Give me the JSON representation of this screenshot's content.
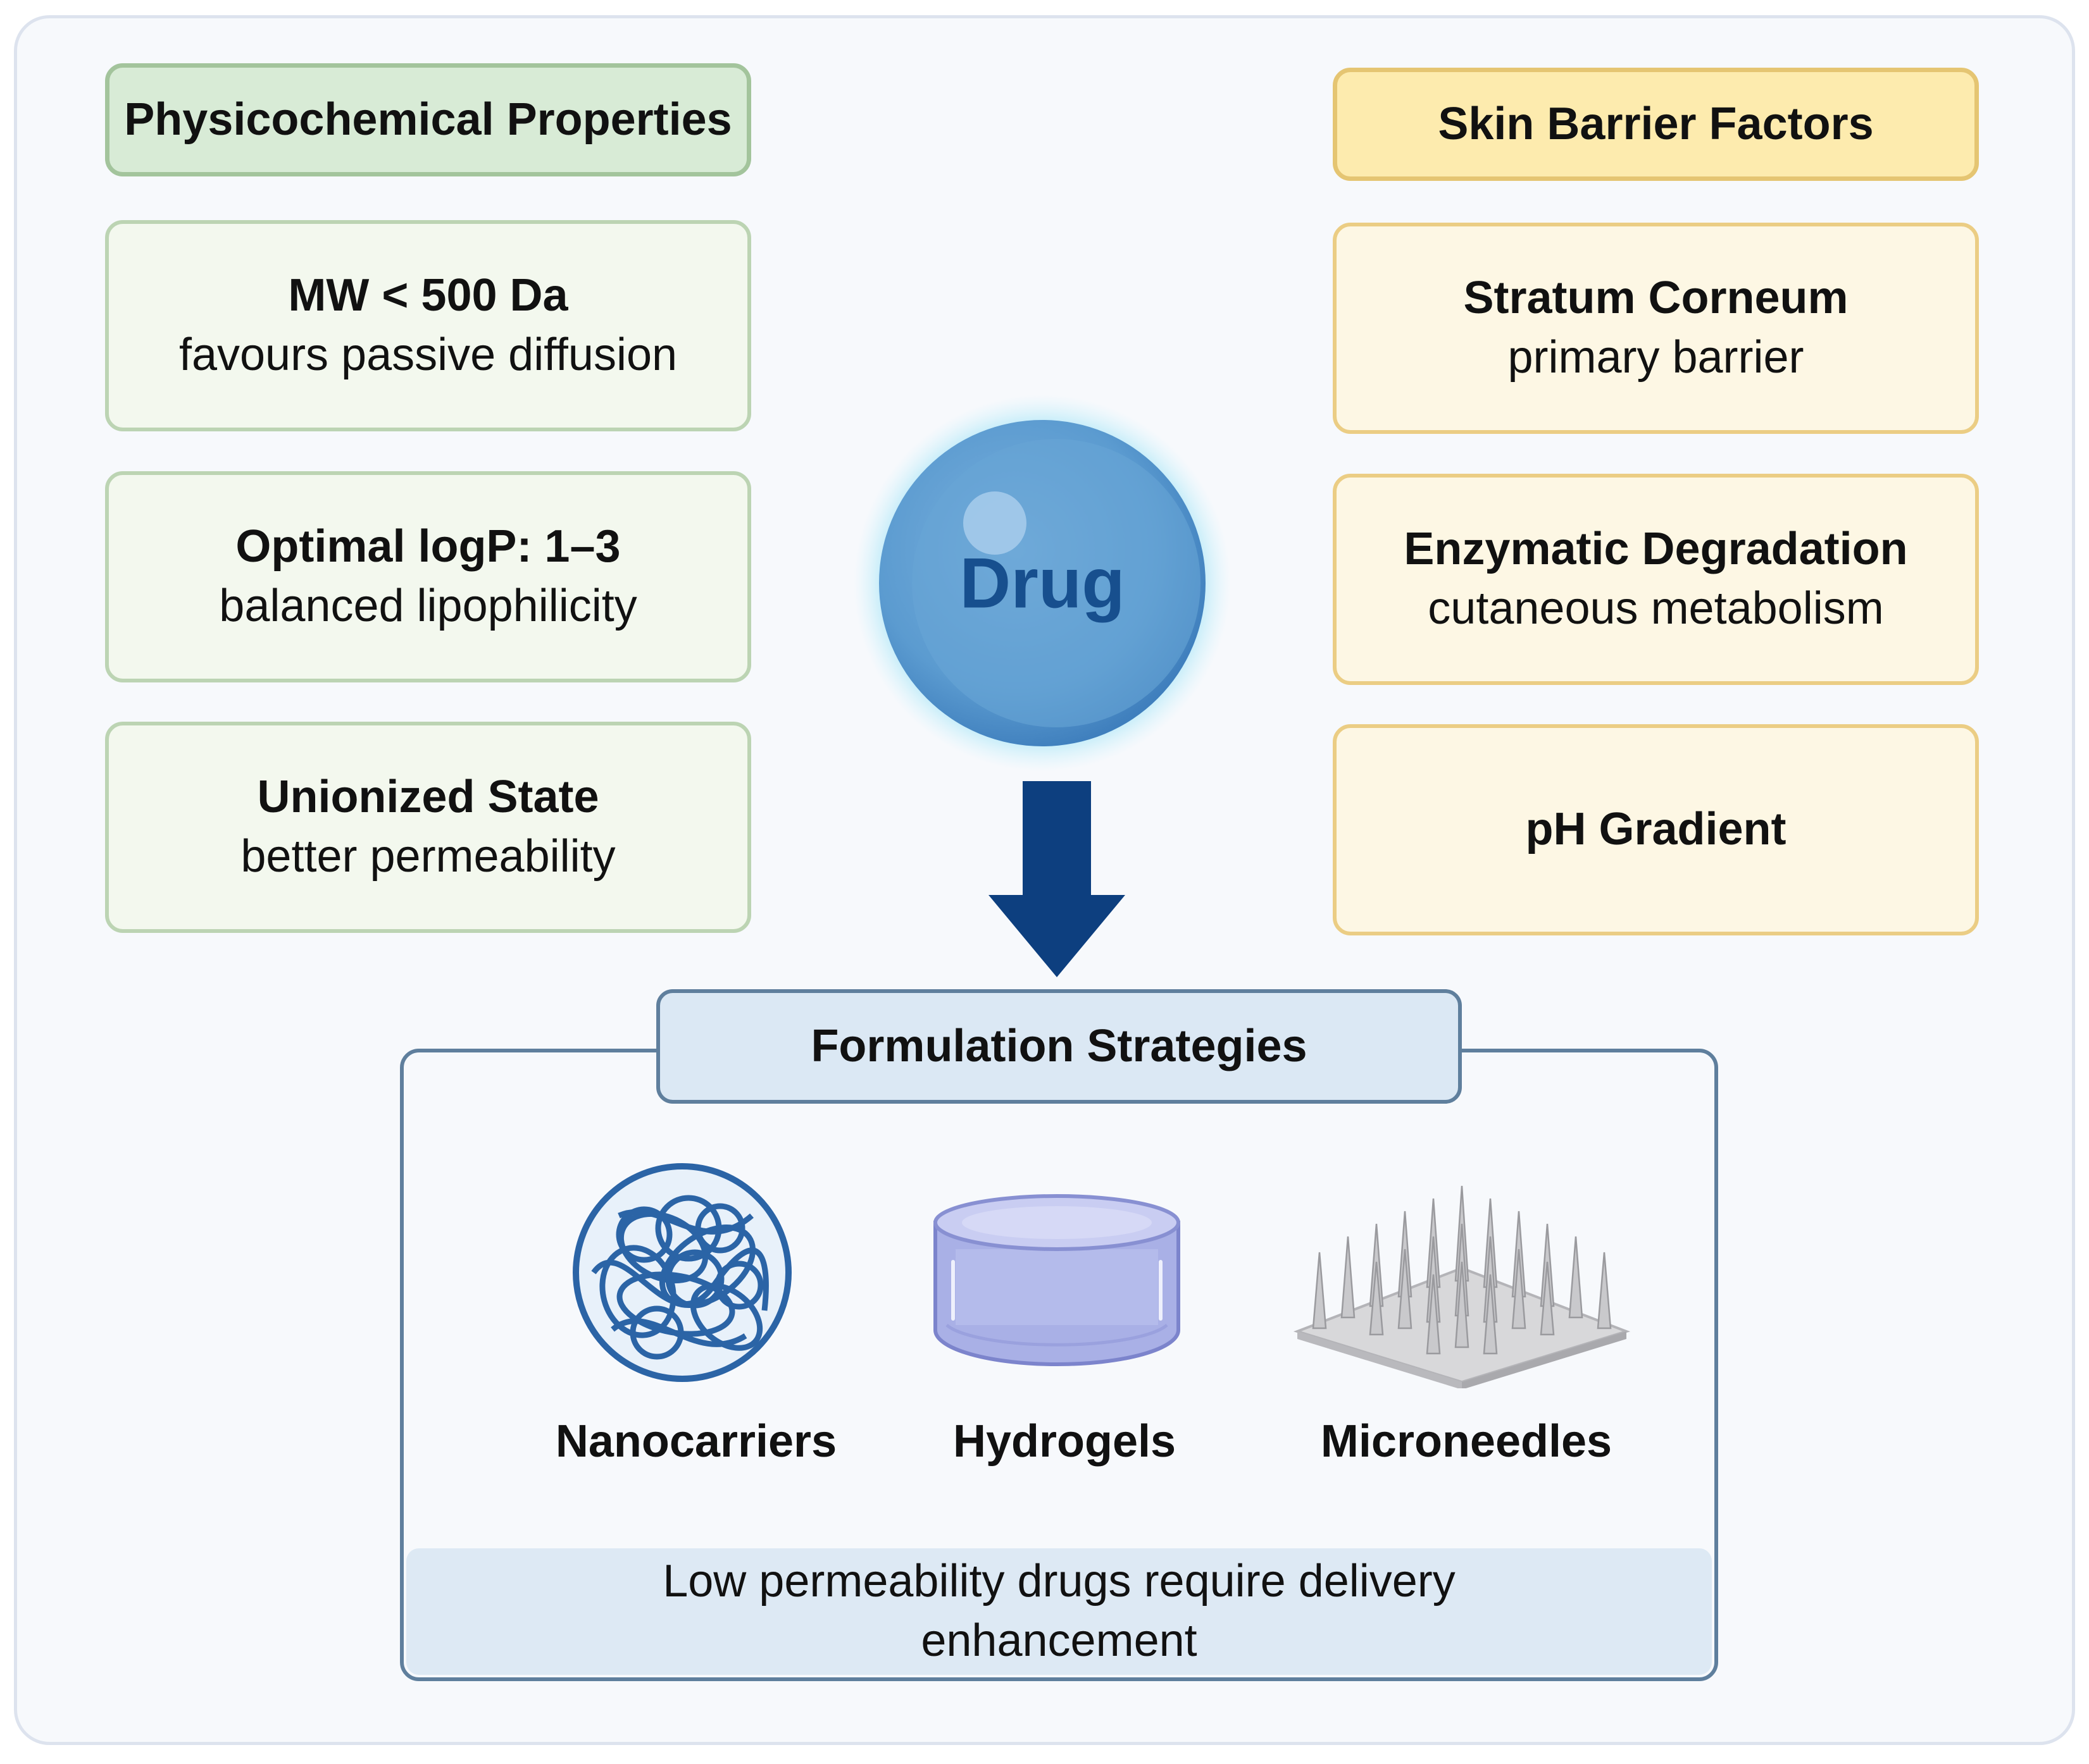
{
  "left_column": {
    "header": "Physicochemical Properties",
    "items": [
      {
        "title": "MW < 500 Da",
        "subtitle": "favours passive diffusion"
      },
      {
        "title": "Optimal logP: 1–3",
        "subtitle": "balanced lipophilicity"
      },
      {
        "title": "Unionized State",
        "subtitle": "better permeability"
      }
    ]
  },
  "right_column": {
    "header": "Skin Barrier Factors",
    "items": [
      {
        "title": "Stratum Corneum",
        "subtitle": "primary barrier"
      },
      {
        "title": "Enzymatic Degradation",
        "subtitle": "cutaneous metabolism"
      },
      {
        "title": "pH Gradient",
        "subtitle": ""
      }
    ]
  },
  "center": {
    "drug_label": "Drug"
  },
  "strategies": {
    "header": "Formulation Strategies",
    "items": [
      {
        "label": "Nanocarriers",
        "icon": "nanocarrier-icon"
      },
      {
        "label": "Hydrogels",
        "icon": "hydrogel-icon"
      },
      {
        "label": "Microneedles",
        "icon": "microneedle-icon"
      }
    ],
    "note": "Low permeability drugs require delivery enhancement"
  },
  "colors": {
    "green_header": "#d8ebd6",
    "yellow_header": "#fdebae",
    "drug_blue": "#5b9bd0",
    "arrow_navy": "#0d3f7f",
    "strategy_border": "#5f7f9d"
  }
}
